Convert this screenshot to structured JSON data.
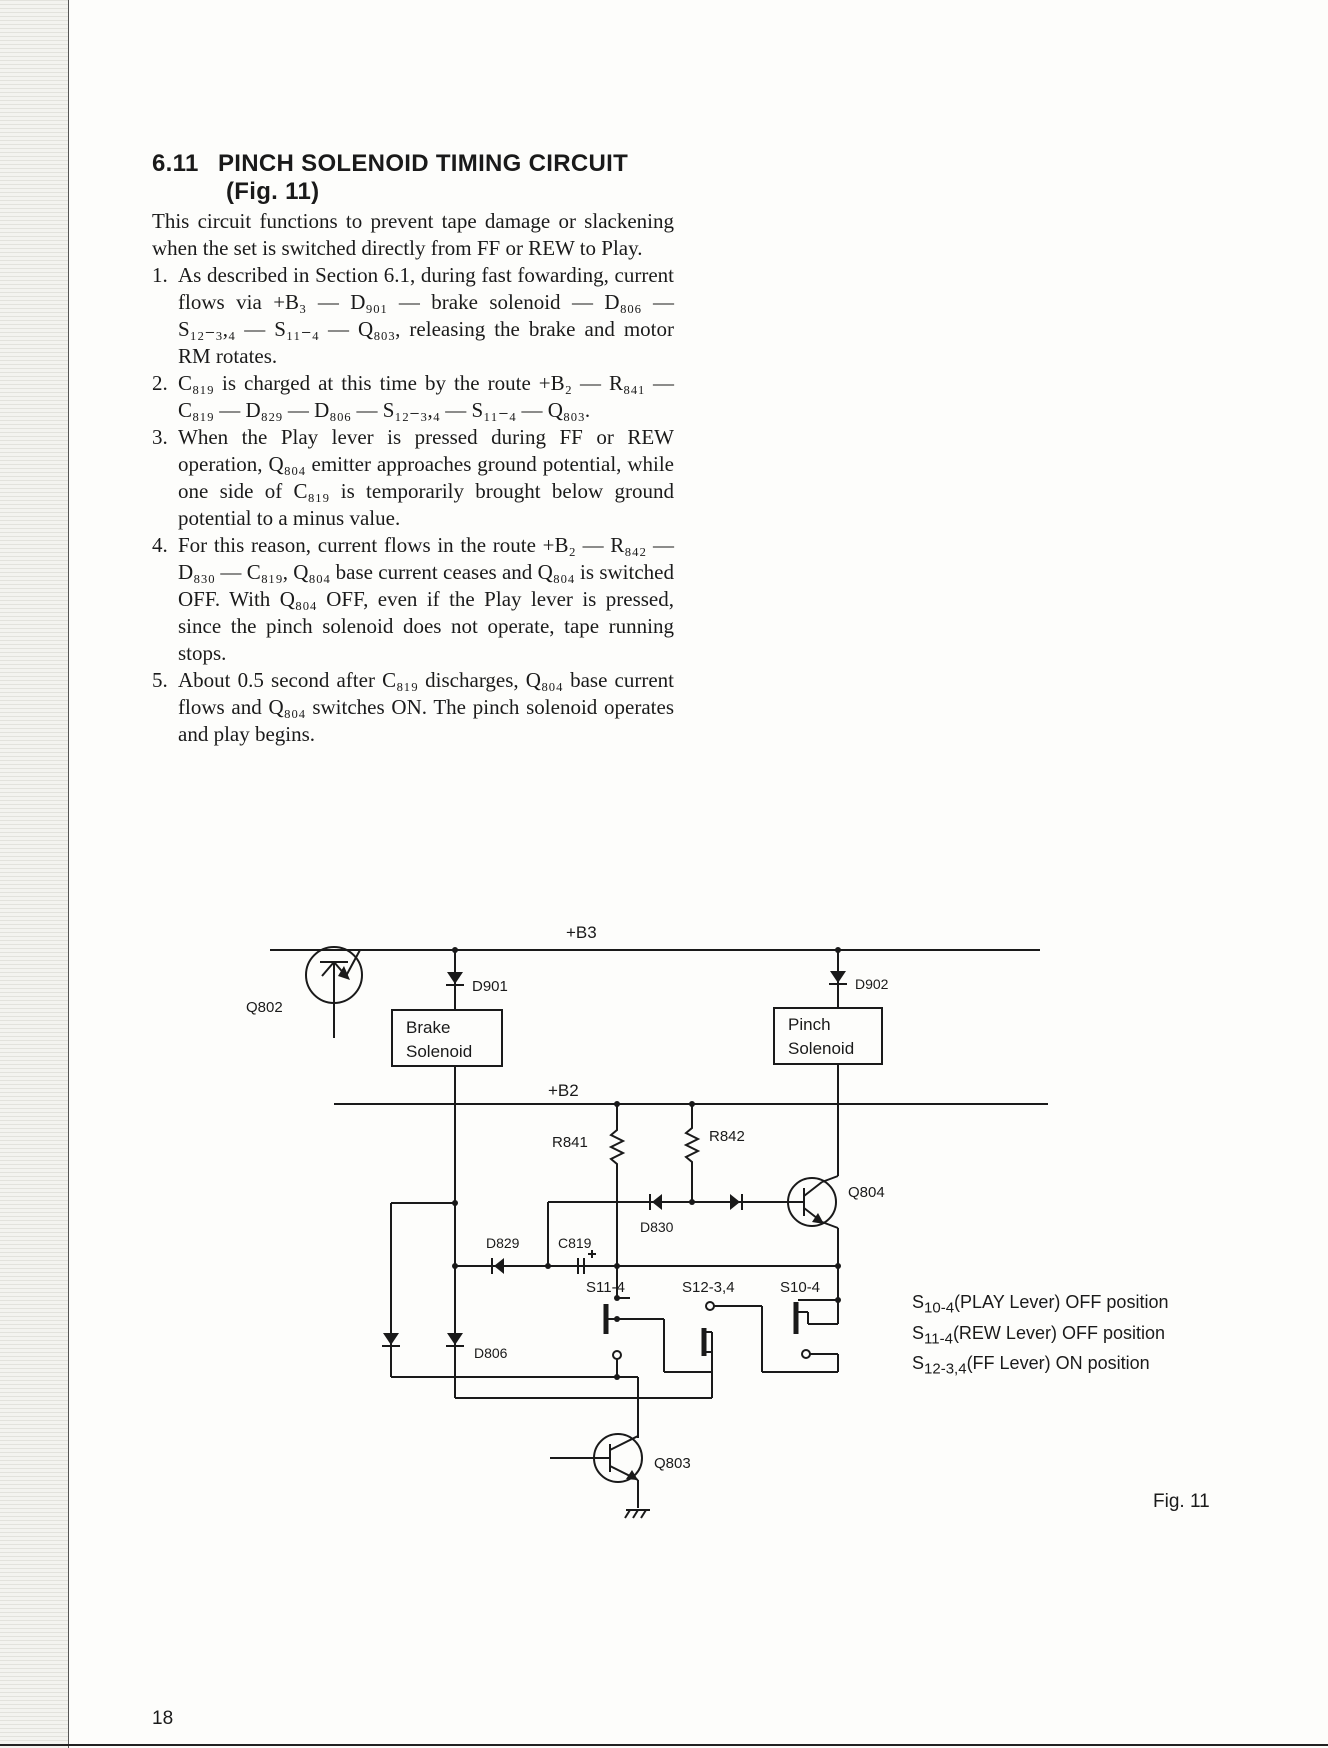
{
  "section": {
    "number": "6.11",
    "title": "PINCH SOLENOID TIMING CIRCUIT",
    "figure_ref": "(Fig. 11)"
  },
  "intro": "This circuit functions to prevent tape damage or slackening when the set is switched directly from FF or REW to Play.",
  "steps": [
    {
      "n": "1.",
      "text": "As described in Section 6.1, during fast fowarding, current flows via +B₃ — D₉₀₁ — brake solenoid — D₈₀₆ — S₁₂₋₃,₄ — S₁₁₋₄ — Q₈₀₃, releasing the brake and motor RM rotates."
    },
    {
      "n": "2.",
      "text": "C₈₁₉ is charged at this time by the route +B₂ — R₈₄₁ — C₈₁₉ — D₈₂₉ — D₈₀₆ — S₁₂₋₃,₄ — S₁₁₋₄ — Q₈₀₃."
    },
    {
      "n": "3.",
      "text": "When the Play lever is pressed during FF or REW operation, Q₈₀₄ emitter approaches ground potential, while one side of C₈₁₉ is temporarily brought below ground potential to a minus value."
    },
    {
      "n": "4.",
      "text": "For this reason, current flows in the route +B₂ — R₈₄₂ — D₈₃₀ — C₈₁₉, Q₈₀₄ base current ceases and Q₈₀₄ is switched OFF. With Q₈₀₄ OFF, even if the Play lever is pressed, since the pinch solenoid does not operate, tape running stops."
    },
    {
      "n": "5.",
      "text": "About 0.5 second after C₈₁₉ discharges, Q₈₀₄ base current flows and Q₈₀₄ switches ON. The pinch solenoid operates and play begins."
    }
  ],
  "diagram": {
    "rail_b3": "+B3",
    "rail_b2": "+B2",
    "q802": "Q802",
    "d901": "D901",
    "d902": "D902",
    "brake_solenoid": [
      "Brake",
      "Solenoid"
    ],
    "pinch_solenoid": [
      "Pinch",
      "Solenoid"
    ],
    "r841": "R841",
    "r842": "R842",
    "q804": "Q804",
    "d829": "D829",
    "c819": "C819",
    "d830": "D830",
    "s11_4": "S11-4",
    "s12_34": "S12-3,4",
    "s10_4": "S10-4",
    "d806": "D806",
    "q803": "Q803"
  },
  "legend": [
    {
      "sw": "S",
      "sub": "10-4",
      "desc": "(PLAY Lever) OFF position"
    },
    {
      "sw": "S",
      "sub": "11-4",
      "desc": "(REW Lever) OFF position"
    },
    {
      "sw": "S",
      "sub": "12-3,4",
      "desc": "(FF Lever) ON position"
    }
  ],
  "figure_label": "Fig. 11",
  "page_number": "18"
}
